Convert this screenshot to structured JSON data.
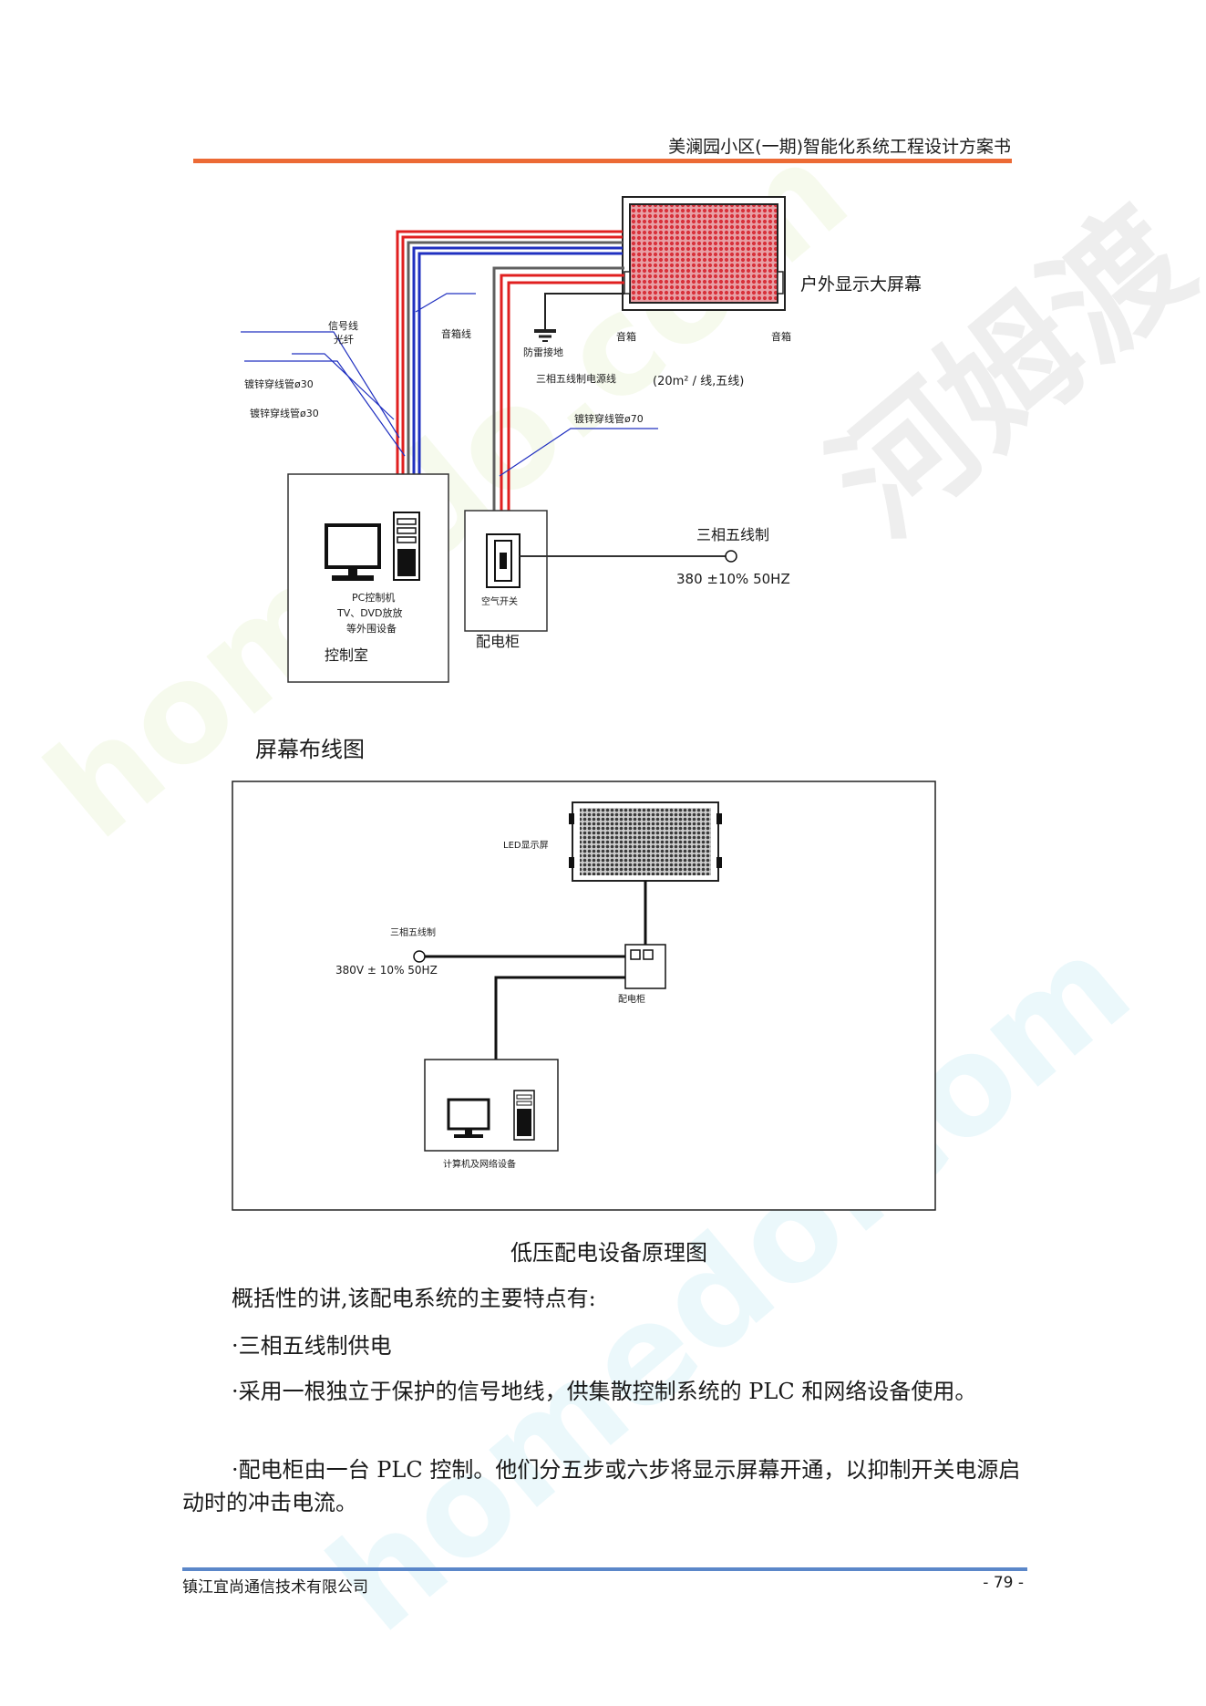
{
  "header": {
    "title": "美澜园小区(一期)智能化系统工程设计方案书"
  },
  "figure1": {
    "labels": {
      "screen": "户外显示大屏幕",
      "signal": "信号线",
      "fiber": "光纤",
      "audio_line": "音箱线",
      "pipe1": "镀锌穿线管ø30",
      "pipe2": "镀锌穿线管ø30",
      "speaker_left": "音箱",
      "speaker_right": "音箱",
      "lightning": "防雷接地",
      "power_line": "三相五线制电源线",
      "power_spec": "(20m² / 线,五线)",
      "pipe3": "镀锌穿线管ø70",
      "three_phase": "三相五线制",
      "voltage": "380 ±10% 50HZ",
      "pc1": "PC控制机",
      "pc2": "TV、DVD放放",
      "pc3": "等外围设备",
      "control_room": "控制室",
      "air_switch": "空气开关",
      "cabinet": "配电柜"
    }
  },
  "caption1": "屏幕布线图",
  "figure2": {
    "labels": {
      "led": "LED显示屏",
      "three_phase": "三相五线制",
      "voltage": "380V ± 10% 50HZ",
      "cabinet": "配电柜",
      "computer": "计算机及网络设备"
    }
  },
  "caption2": "低压配电设备原理图",
  "paragraphs": {
    "p1": "概括性的讲,该配电系统的主要特点有:",
    "p2": "·三相五线制供电",
    "p3": "·采用一根独立于保护的信号地线，供集散控制系统的 PLC 和网络设备使用。",
    "p4": "·配电柜由一台 PLC 控制。他们分五步或六步将显示屏幕开通，以抑制开关电源启动时的冲击电流。"
  },
  "footer": {
    "company": "镇江宜尚通信技术有限公司",
    "page": "- 79 -"
  },
  "watermarks": {
    "cn": "河姆渡",
    "en1": "homedo.com",
    "en2": "homedo.com"
  },
  "colors": {
    "header_rule": "#ec6a35",
    "footer_rule": "#5b87c9",
    "red_wire": "#e02020",
    "blue_wire": "#2030c0",
    "screen_red": "#d8303a"
  }
}
